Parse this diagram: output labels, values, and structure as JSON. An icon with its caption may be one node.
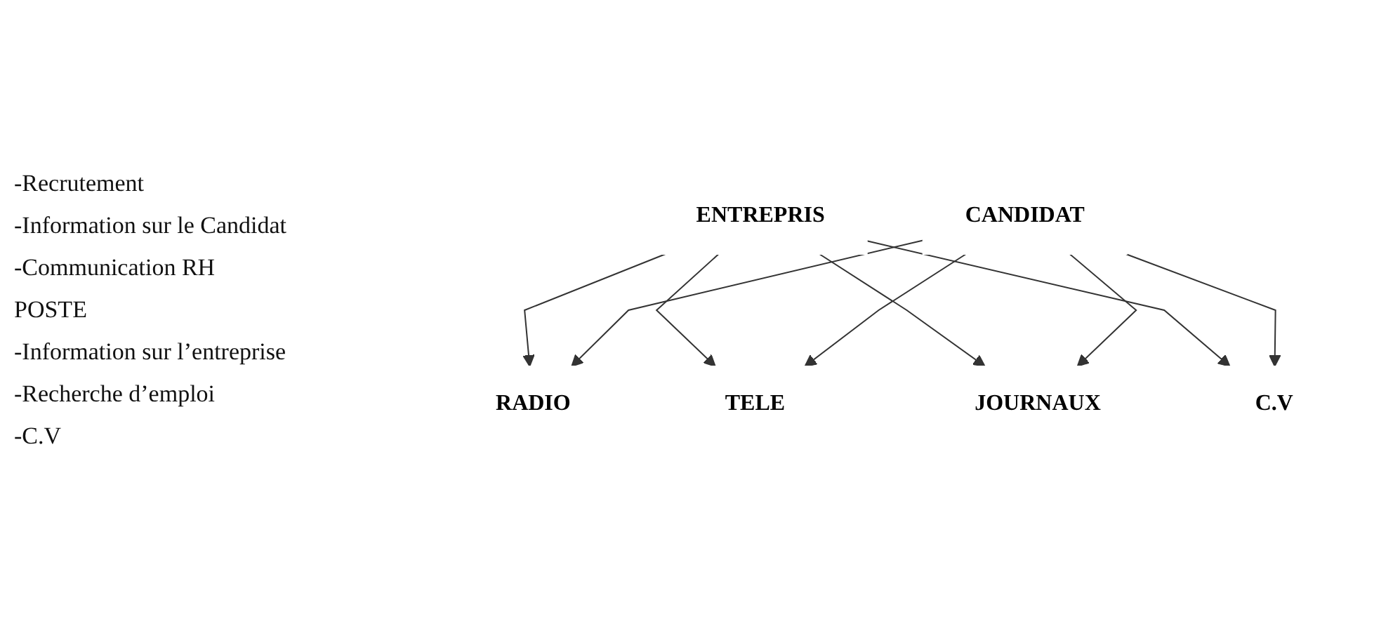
{
  "diagram": {
    "nodes": [
      {
        "text": [
          "ENTREPRIS"
        ]
      },
      {
        "text": [
          "RADIO"
        ]
      },
      {
        "text": [
          "TELE"
        ]
      },
      {
        "text": [
          "JOURNAUX"
        ]
      },
      {
        "text": [
          "C.V"
        ]
      },
      {
        "text": [
          "CANDIDAT"
        ]
      }
    ],
    "edges": [
      {
        "from": 0,
        "to": 1,
        "arrow": "to"
      },
      {
        "from": 0,
        "to": 2,
        "arrow": "to"
      },
      {
        "from": 0,
        "to": 3,
        "arrow": "to"
      },
      {
        "from": 0,
        "to": 4,
        "arrow": "to"
      },
      {
        "from": 5,
        "to": 1,
        "arrow": "to"
      },
      {
        "from": 5,
        "to": 2,
        "arrow": "to"
      },
      {
        "from": 5,
        "to": 3,
        "arrow": "to"
      },
      {
        "from": 5,
        "to": 4,
        "arrow": "to"
      }
    ],
    "labels": [
      "-Recrutement",
      "-Information sur le Candidat",
      "-Communication RH",
      "POSTE",
      "-Information sur l’entreprise",
      "-Recherche d’emploi",
      "-C.V"
    ]
  }
}
